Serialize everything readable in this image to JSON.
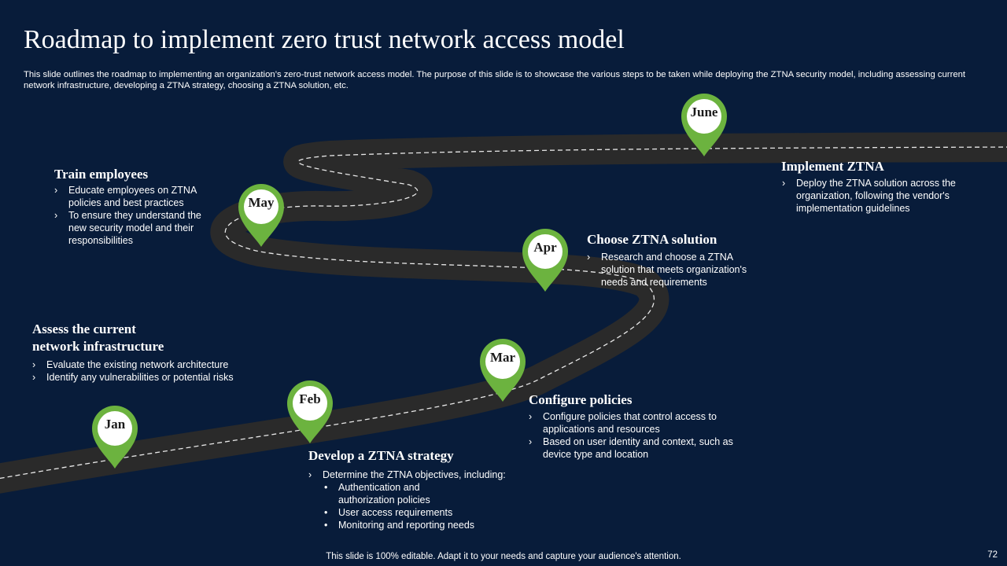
{
  "slide": {
    "title": "Roadmap to implement zero trust network access model",
    "subtitle": "This slide outlines the roadmap to implementing an organization’s zero-trust network access model. The purpose of this slide is to showcase the various steps to be taken while deploying the ZTNA security model, including assessing current network infrastructure, developing a ZTNA strategy, choosing a ZTNA solution, etc.",
    "footer": "This slide is 100% editable. Adapt it to your needs and capture your audience's attention.",
    "page_number": "72"
  },
  "colors": {
    "background": "#081c3a",
    "road": "#2a2a2a",
    "pin": "#6cb33f",
    "pin_inner": "#ffffff"
  },
  "pins": [
    "Jan",
    "Feb",
    "Mar",
    "Apr",
    "May",
    "June"
  ],
  "steps": {
    "assess": {
      "title_line1": "Assess the current",
      "title_line2": "network infrastructure",
      "bullets": [
        "Evaluate the existing network architecture",
        "Identify any vulnerabilities or potential risks"
      ]
    },
    "develop": {
      "title": "Develop a ZTNA strategy",
      "bullet": "Determine the ZTNA objectives, including:",
      "sub_bullets": [
        "Authentication and authorization policies",
        "User access requirements",
        "Monitoring and reporting needs"
      ]
    },
    "configure": {
      "title": "Configure policies",
      "bullets": [
        "Configure policies that control access to applications and resources",
        "Based on user identity and context, such as device type and location"
      ]
    },
    "choose": {
      "title": "Choose ZTNA solution",
      "bullets": [
        "Research and choose a ZTNA solution that meets organization's needs and requirements"
      ]
    },
    "train": {
      "title": "Train employees",
      "bullets": [
        "Educate employees on ZTNA policies and best practices",
        "To ensure they understand the new security model and their responsibilities"
      ]
    },
    "implement": {
      "title": "Implement ZTNA",
      "bullets": [
        "Deploy the ZTNA solution across the organization, following the vendor's implementation guidelines"
      ]
    }
  }
}
